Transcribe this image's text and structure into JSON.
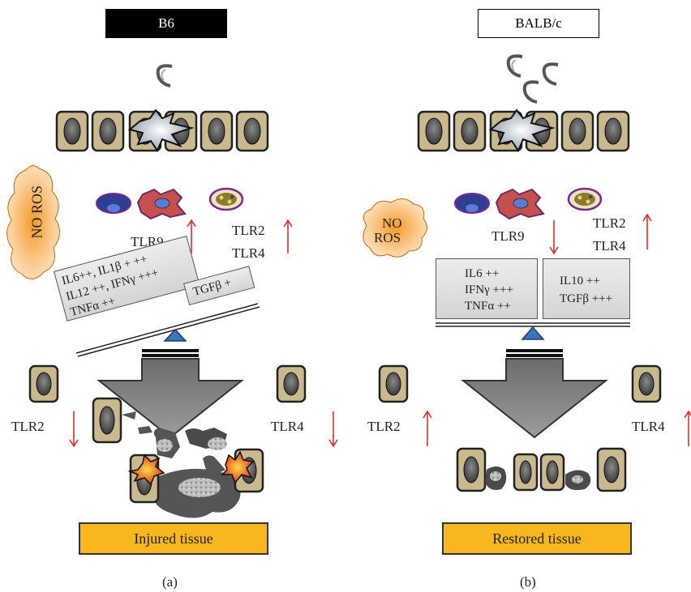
{
  "panel_a": {
    "header": "B6",
    "ros": "NO ROS",
    "tlr9": "TLR9",
    "tlr2_top": "TLR2",
    "tlr4_top": "TLR4",
    "box_left": [
      "IL6++, IL1β + ++",
      "IL12 ++, IFNγ +++",
      "TNFα ++"
    ],
    "box_right": [
      "TGFβ +"
    ],
    "tlr2_bottom": "TLR2",
    "tlr4_bottom": "TLR4",
    "bar": "Injured tissue",
    "caption": "(a)"
  },
  "panel_b": {
    "header": "BALB/c",
    "ros_line1": "NO",
    "ros_line2": "ROS",
    "tlr9": "TLR9",
    "tlr2_top": "TLR2",
    "tlr4_top": "TLR4",
    "box_left": [
      "IL6 ++",
      "IFNγ +++",
      "TNFα ++"
    ],
    "box_right": [
      "IL10 ++",
      "TGFβ +++"
    ],
    "tlr2_bottom": "TLR2",
    "tlr4_bottom": "TLR4",
    "bar": "Restored tissue",
    "caption": "(b)"
  },
  "colors": {
    "arrow_red": "#d9312b",
    "bar_orange": "#f6b71f",
    "cell_tan": "#c9b98f",
    "nucleus_dark": "#555555",
    "ros_orange": "#f08c2a",
    "fulcrum_blue": "#3c74b9"
  }
}
